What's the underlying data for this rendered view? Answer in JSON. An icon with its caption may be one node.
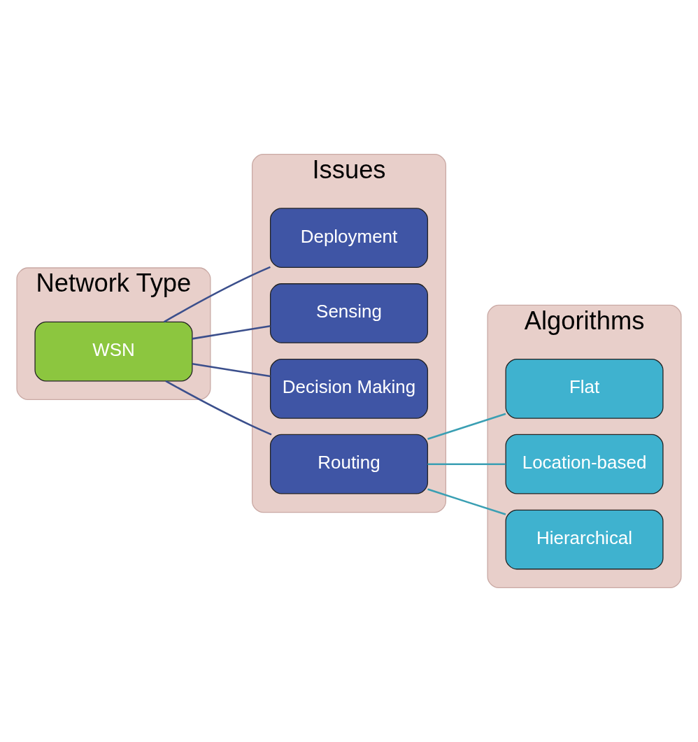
{
  "diagram": {
    "nodes": [
      {
        "text": [
          "Network Type"
        ]
      },
      {
        "text": [
          "WSN"
        ],
        "in": 0
      },
      {
        "text": [
          "Issues"
        ]
      },
      {
        "text": [
          "Deployment"
        ],
        "in": 2
      },
      {
        "text": [
          "Sensing"
        ],
        "in": 2
      },
      {
        "text": [
          "Decision Making"
        ],
        "in": 2
      },
      {
        "text": [
          "Routing"
        ],
        "in": 2
      },
      {
        "text": [
          "Algorithms"
        ]
      },
      {
        "text": [
          "Flat"
        ],
        "in": 7
      },
      {
        "text": [
          "Location-based"
        ],
        "in": 7
      },
      {
        "text": [
          "Hierarchical"
        ],
        "in": 7
      }
    ],
    "edges": [
      {
        "from": 1,
        "to": 3,
        "arrow": "none"
      },
      {
        "from": 1,
        "to": 4,
        "arrow": "none"
      },
      {
        "from": 1,
        "to": 5,
        "arrow": "none"
      },
      {
        "from": 1,
        "to": 6,
        "arrow": "none"
      },
      {
        "from": 6,
        "to": 8,
        "arrow": "none",
        "color": "#3a9fb3"
      },
      {
        "from": 6,
        "to": 9,
        "arrow": "none",
        "color": "#3a9fb3"
      },
      {
        "from": 6,
        "to": 10,
        "arrow": "none",
        "color": "#3a9fb3"
      }
    ]
  }
}
